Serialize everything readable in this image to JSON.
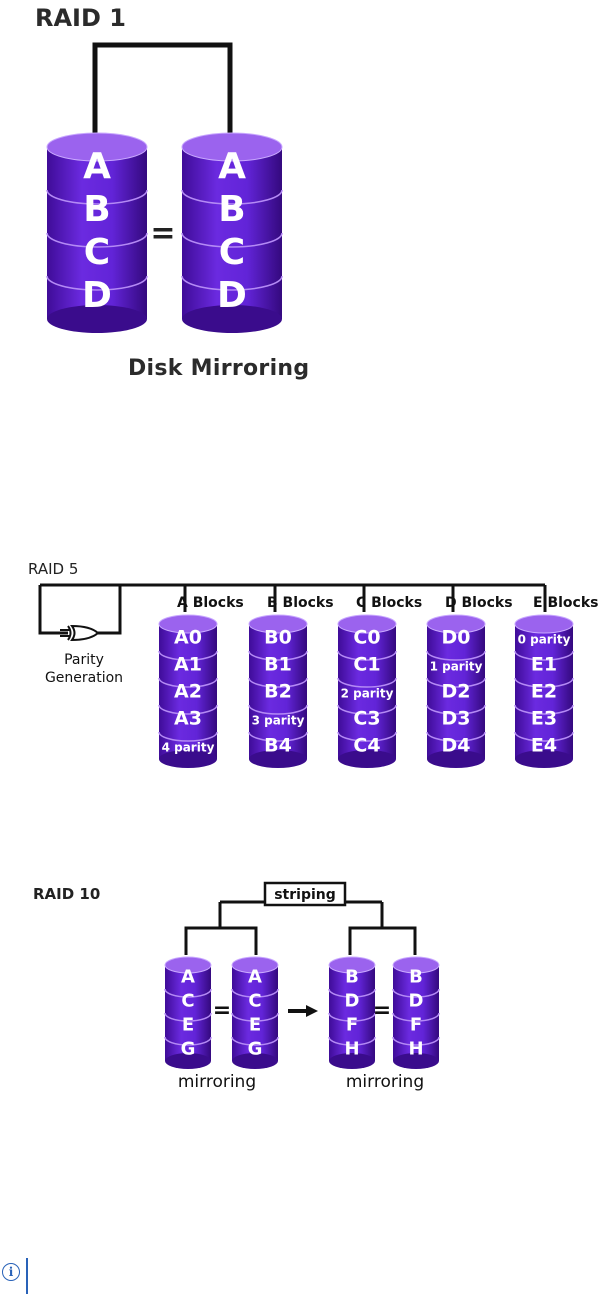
{
  "raid1": {
    "title": "RAID 1",
    "caption": "Disk Mirroring",
    "equals": "=",
    "disk_left": [
      "A",
      "B",
      "C",
      "D"
    ],
    "disk_right": [
      "A",
      "B",
      "C",
      "D"
    ]
  },
  "raid5": {
    "title": "RAID 5",
    "parity_label_line1": "Parity",
    "parity_label_line2": "Generation",
    "disks": [
      {
        "header": "A Blocks",
        "blocks": [
          "A0",
          "A1",
          "A2",
          "A3",
          "4 parity"
        ]
      },
      {
        "header": "B Blocks",
        "blocks": [
          "B0",
          "B1",
          "B2",
          "3 parity",
          "B4"
        ]
      },
      {
        "header": "C Blocks",
        "blocks": [
          "C0",
          "C1",
          "2 parity",
          "C3",
          "C4"
        ]
      },
      {
        "header": "D Blocks",
        "blocks": [
          "D0",
          "1 parity",
          "D2",
          "D3",
          "D4"
        ]
      },
      {
        "header": "E Blocks",
        "blocks": [
          "0 parity",
          "E1",
          "E2",
          "E3",
          "E4"
        ]
      }
    ]
  },
  "raid10": {
    "title": "RAID 10",
    "striping_label": "striping",
    "mirror_label_left": "mirroring",
    "mirror_label_right": "mirroring",
    "equals": "=",
    "disks": [
      [
        "A",
        "C",
        "E",
        "G"
      ],
      [
        "A",
        "C",
        "E",
        "G"
      ],
      [
        "B",
        "D",
        "F",
        "H"
      ],
      [
        "B",
        "D",
        "F",
        "H"
      ]
    ]
  },
  "info_icon": "i",
  "colors": {
    "disk_top": "#9b63ee",
    "disk_body": "#5a18c8",
    "disk_dark": "#3a0c8c",
    "line": "#111111",
    "info": "#2962b8"
  }
}
